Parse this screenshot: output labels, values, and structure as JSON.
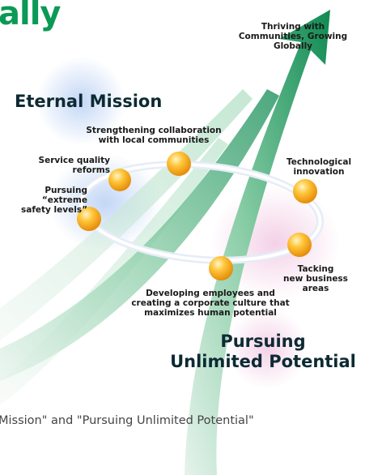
{
  "headline_fragment": "ally",
  "top_label": "Thriving with Communities, Growing Globally",
  "eternal_mission": "Eternal Mission",
  "pursuing_potential": {
    "line1": "Pursuing",
    "line2": "Unlimited Potential"
  },
  "nodes": [
    {
      "id": "collab",
      "line1": "Strengthening collaboration",
      "line2": "with local communities"
    },
    {
      "id": "service",
      "line1": "Service quality",
      "line2": "reforms"
    },
    {
      "id": "safety",
      "line1": "Pursuing “extreme",
      "line2": "safety levels”"
    },
    {
      "id": "tech",
      "line1": "Technological",
      "line2": "innovation"
    },
    {
      "id": "business",
      "line1": "Tacking",
      "line2": "new business",
      "line3": "areas"
    },
    {
      "id": "employees",
      "line1": "Developing employees and",
      "line2": "creating a corporate culture that",
      "line3": "maximizes human potential"
    }
  ],
  "caption": "Mission\" and \"Pursuing Unlimited Potential\"",
  "colors": {
    "headline": "#0a9a55",
    "arrow_main": "#2e9e6a",
    "node": "#f7a51c",
    "ring": "#ffffff"
  }
}
